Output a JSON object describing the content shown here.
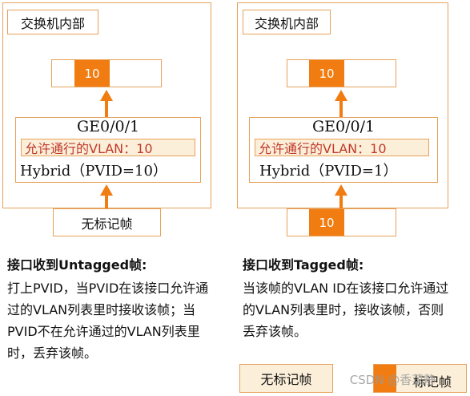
{
  "left": {
    "switch_label": "交换机内部",
    "frame_top_tag": "10",
    "port_name": "GE0/0/1",
    "vlan_allowed": "允许通行的VLAN：10",
    "port_mode": "Hybrid（PVID=10）",
    "incoming_frame": "无标记帧",
    "heading": "接口收到Untagged帧:",
    "description": "打上PVID，当PVID在该接口允许通过的VLAN列表里时接收该帧；当PVID不在允许通过的VLAN列表里时，丢弃该帧。"
  },
  "right": {
    "switch_label": "交换机内部",
    "frame_top_tag": "10",
    "port_name": "GE0/0/1",
    "vlan_allowed": "允许通行的VLAN：10",
    "port_mode": "Hybrid（PVID=1）",
    "incoming_tag": "10",
    "heading": "接口收到Tagged帧:",
    "description": "当该帧的VLAN ID在该接口允许通过的VLAN列表里时，接收该帧，否则丢弃该帧。"
  },
  "legend": {
    "untagged": "无标记帧",
    "tagged": "标记帧"
  },
  "watermark": "CSDN @香菜静",
  "colors": {
    "accent": "#F07C12",
    "border": "#E7A15A",
    "vlan_bg": "#FCEFD9",
    "vlan_text": "#C0392B"
  }
}
